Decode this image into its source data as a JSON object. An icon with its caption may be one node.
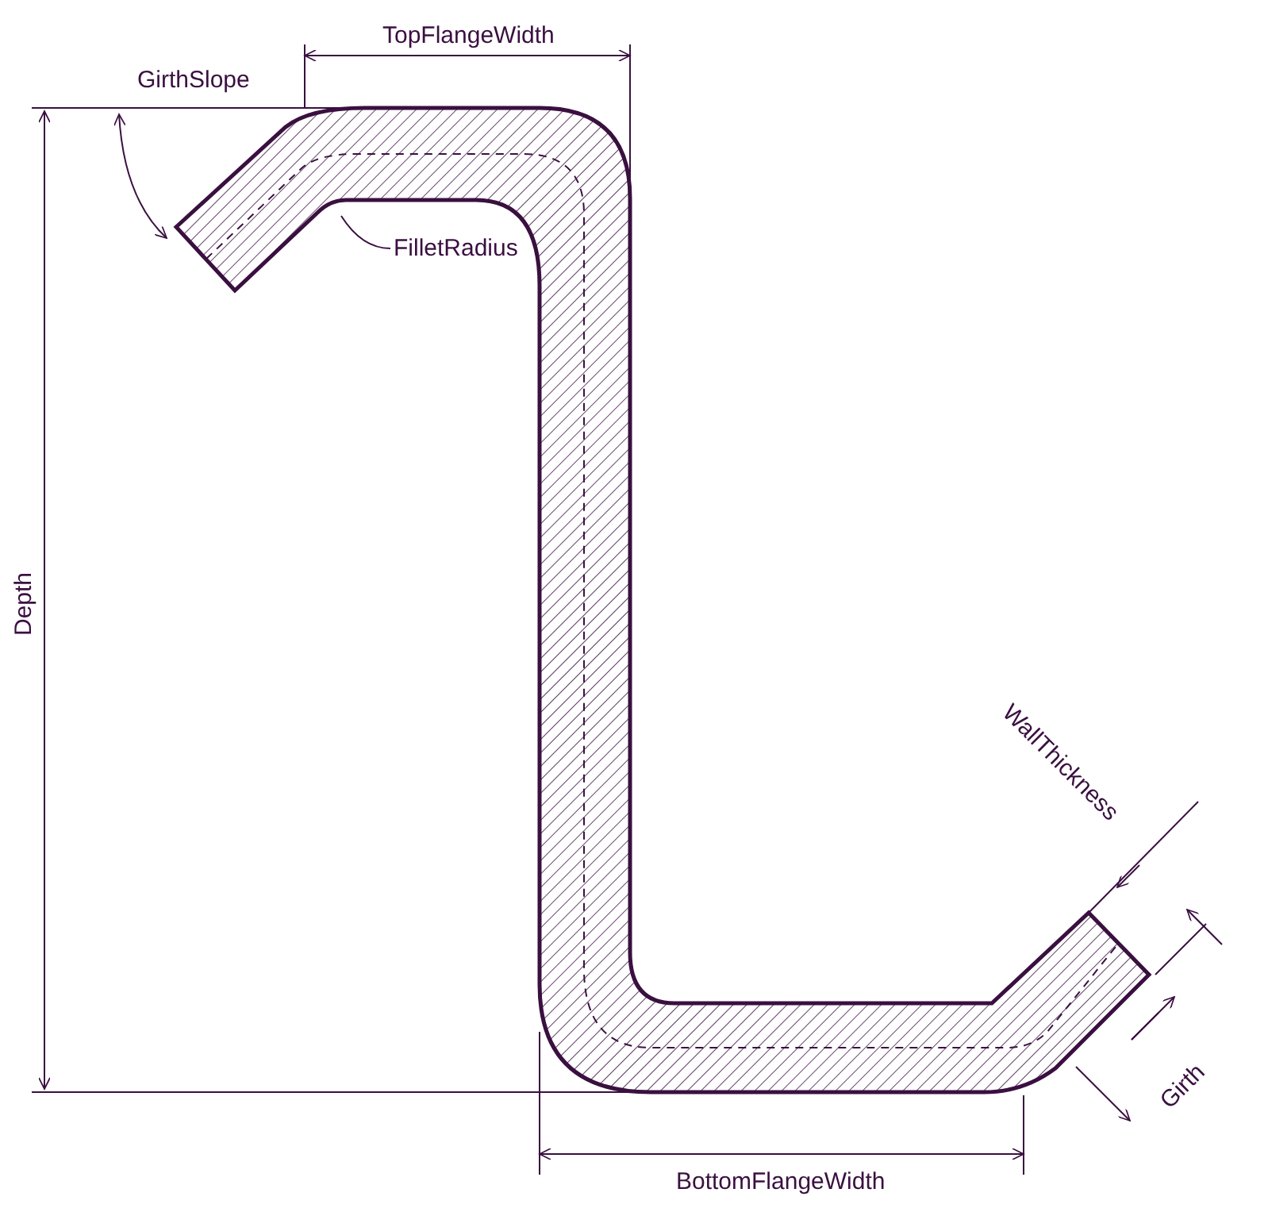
{
  "diagram": {
    "nodes": [
      {
        "text": [
          "FilletRadius"
        ]
      },
      {
        "text": [],
        "shape": "picture"
      }
    ],
    "edges": [
      {
        "from": 0,
        "to": 1,
        "arrow": "none"
      }
    ],
    "labels": [
      "TopFlangeWidth",
      "GirthSlope",
      "Depth",
      "WallThickness",
      "Girth",
      "BottomFlangeWidth"
    ]
  }
}
